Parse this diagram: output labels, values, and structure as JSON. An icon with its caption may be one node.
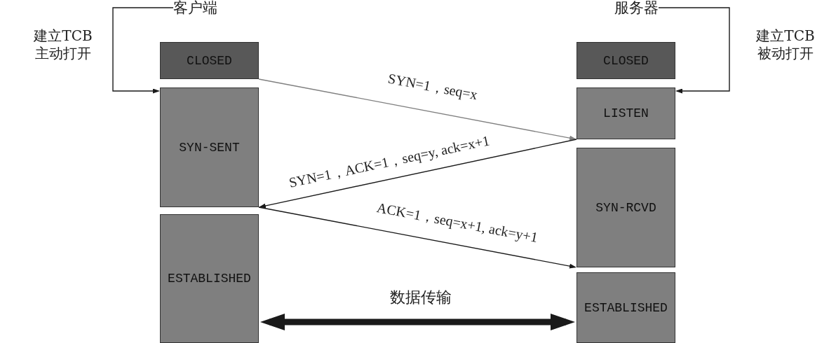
{
  "diagram": {
    "nodes": [
      {
        "text": [
          "客户端"
        ]
      },
      {
        "text": [
          "服务器"
        ]
      },
      {
        "text": [
          "CLOSED"
        ]
      },
      {
        "text": [
          "CLOSED"
        ]
      },
      {
        "text": [
          "LISTEN"
        ]
      },
      {
        "text": [
          "SYN-SENT"
        ]
      },
      {
        "text": [
          "SYN-RCVD"
        ]
      },
      {
        "text": [
          "ESTABLISHED"
        ]
      },
      {
        "text": [
          "ESTABLISHED"
        ]
      }
    ],
    "edges": [
      {
        "from": 0,
        "to": 5,
        "arrow": "to",
        "label": "建立TCB 主动打开"
      },
      {
        "from": 1,
        "to": 4,
        "arrow": "to",
        "label": "建立TCB 被动打开"
      },
      {
        "from": 2,
        "to": 4,
        "arrow": "to",
        "label": "SYN=1，seq=x",
        "color": "#808080"
      },
      {
        "from": 4,
        "to": 5,
        "arrow": "to",
        "label": "SYN=1，ACK=1，seq=y, ack=x+1"
      },
      {
        "from": 5,
        "to": 6,
        "arrow": "to",
        "label": "ACK=1，seq=x+1, ack=y+1"
      },
      {
        "from": 7,
        "to": 8,
        "arrow": "both",
        "label": "数据传输",
        "style": "thick"
      }
    ]
  }
}
